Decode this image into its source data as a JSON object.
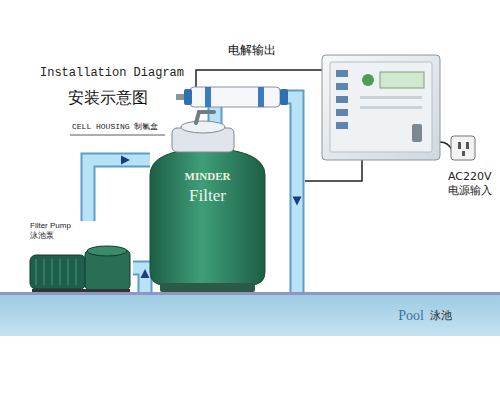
{
  "diagram": {
    "title": "Installation Diagram",
    "nodes": [
      {
        "text": [
          "Pool",
          "泳池"
        ]
      },
      {
        "text": [
          "Filter Pump",
          "泳池泵"
        ]
      },
      {
        "text": [
          "MINDER",
          "Filter"
        ]
      }
    ],
    "edges": [
      {
        "from": 0,
        "to": 1,
        "arrow": "to"
      },
      {
        "from": 1,
        "to": 2,
        "arrow": "to"
      },
      {
        "from": 2,
        "to": 0,
        "arrow": "to"
      }
    ],
    "labels": [
      "安装示意图",
      "电解输出",
      "CELL HOUSING 制氯盒",
      "AC220V电源输入"
    ]
  }
}
